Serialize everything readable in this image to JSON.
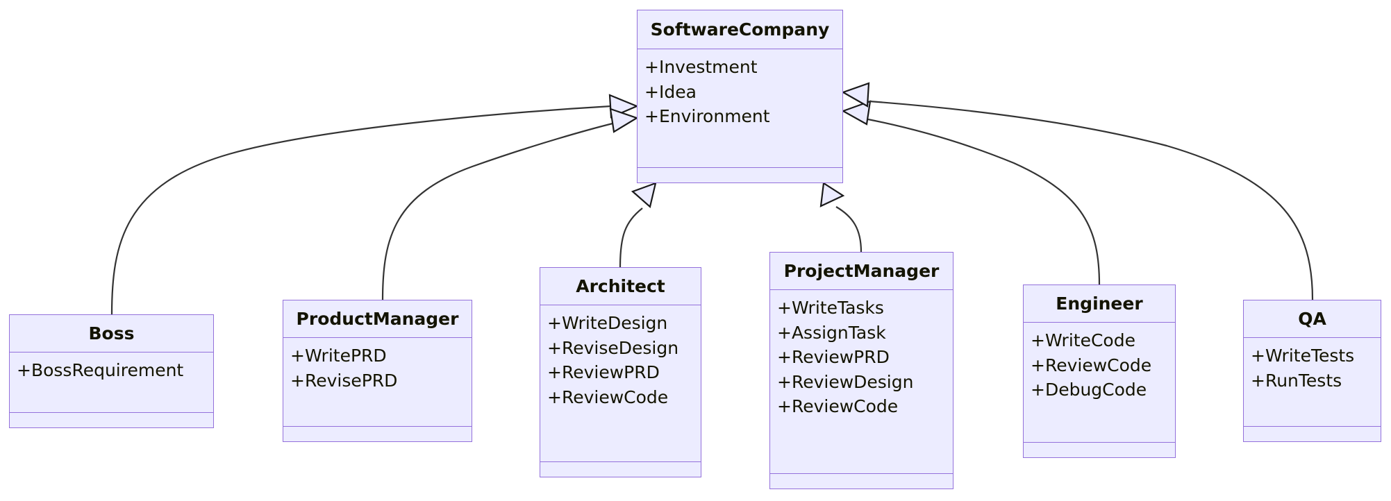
{
  "diagram": {
    "type": "uml-class-diagram",
    "title": "",
    "colors": {
      "node_fill": "#ECECFF",
      "node_border": "#9370DB",
      "text": "#131300",
      "edge_stroke": "#333333",
      "arrowhead_fill": "#ECECFF",
      "background": "#FFFFFF"
    },
    "relationship_type": "generalization",
    "classes": [
      {
        "id": "software-company",
        "name": "SoftwareCompany",
        "members": [
          "+Investment",
          "+Idea",
          "+Environment"
        ],
        "methods": []
      },
      {
        "id": "boss",
        "name": "Boss",
        "members": [
          "+BossRequirement"
        ],
        "methods": []
      },
      {
        "id": "product-manager",
        "name": "ProductManager",
        "members": [
          "+WritePRD",
          "+RevisePRD"
        ],
        "methods": []
      },
      {
        "id": "architect",
        "name": "Architect",
        "members": [
          "+WriteDesign",
          "+ReviseDesign",
          "+ReviewPRD",
          "+ReviewCode"
        ],
        "methods": []
      },
      {
        "id": "project-manager",
        "name": "ProjectManager",
        "members": [
          "+WriteTasks",
          "+AssignTask",
          "+ReviewPRD",
          "+ReviewDesign",
          "+ReviewCode"
        ],
        "methods": []
      },
      {
        "id": "engineer",
        "name": "Engineer",
        "members": [
          "+WriteCode",
          "+ReviewCode",
          "+DebugCode"
        ],
        "methods": []
      },
      {
        "id": "qa",
        "name": "QA",
        "members": [
          "+WriteTests",
          "+RunTests"
        ],
        "methods": []
      }
    ],
    "edges": [
      {
        "from": "boss",
        "to": "software-company",
        "kind": "inheritance"
      },
      {
        "from": "product-manager",
        "to": "software-company",
        "kind": "inheritance"
      },
      {
        "from": "architect",
        "to": "software-company",
        "kind": "inheritance"
      },
      {
        "from": "project-manager",
        "to": "software-company",
        "kind": "inheritance"
      },
      {
        "from": "engineer",
        "to": "software-company",
        "kind": "inheritance"
      },
      {
        "from": "qa",
        "to": "software-company",
        "kind": "inheritance"
      }
    ]
  }
}
